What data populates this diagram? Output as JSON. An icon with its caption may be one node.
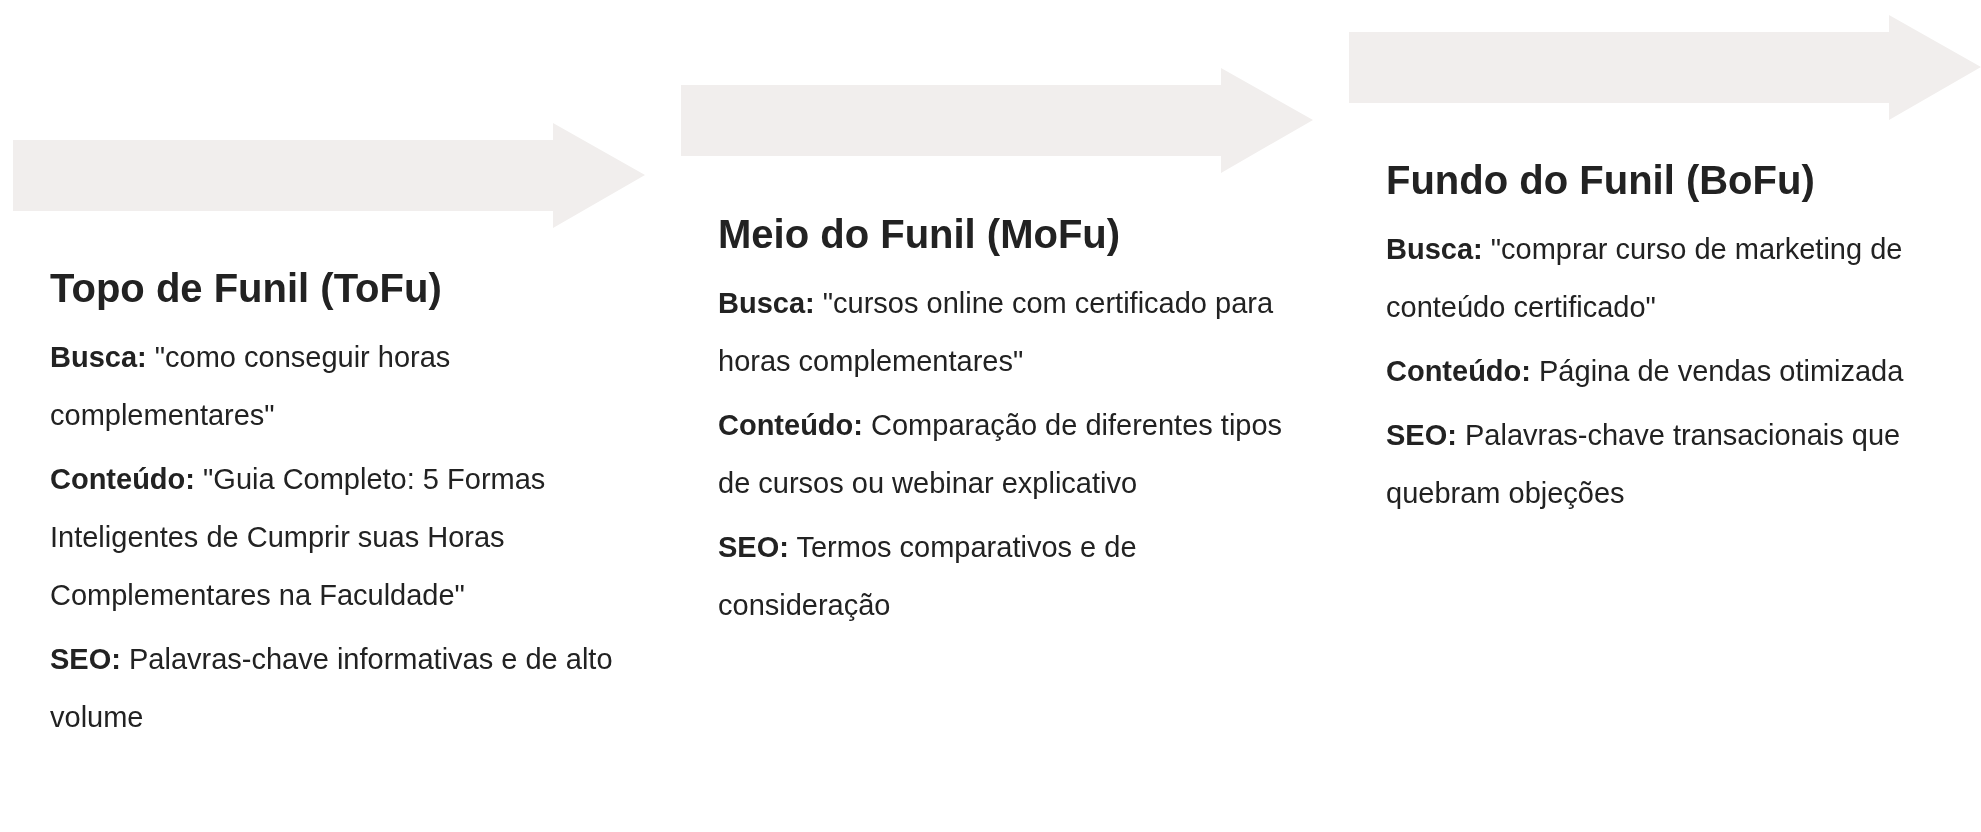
{
  "diagram": {
    "nodes": [
      {
        "text": [
          "Topo de Funil (ToFu)",
          "**Busca:** \"como conseguir horas complementares\"",
          "**Conteúdo:** \"Guia Completo: 5 Formas Inteligentes de Cumprir suas Horas Complementares na Faculdade\"",
          "**SEO:** Palavras-chave informativas e de alto volume"
        ]
      },
      {
        "text": [
          "Meio do Funil (MoFu)",
          "**Busca:** \"cursos online com certificado para horas complementares\"",
          "**Conteúdo:** Comparação de diferentes tipos de cursos ou webinar explicativo",
          "**SEO:** Termos comparativos e de consideração"
        ]
      },
      {
        "text": [
          "Fundo do Funil (BoFu)",
          "**Busca:** \"comprar curso de marketing de conteúdo certificado\"",
          "**Conteúdo:** Página de vendas otimizada",
          "**SEO:** Palavras-chave transacionais que quebram objeções"
        ]
      }
    ]
  }
}
